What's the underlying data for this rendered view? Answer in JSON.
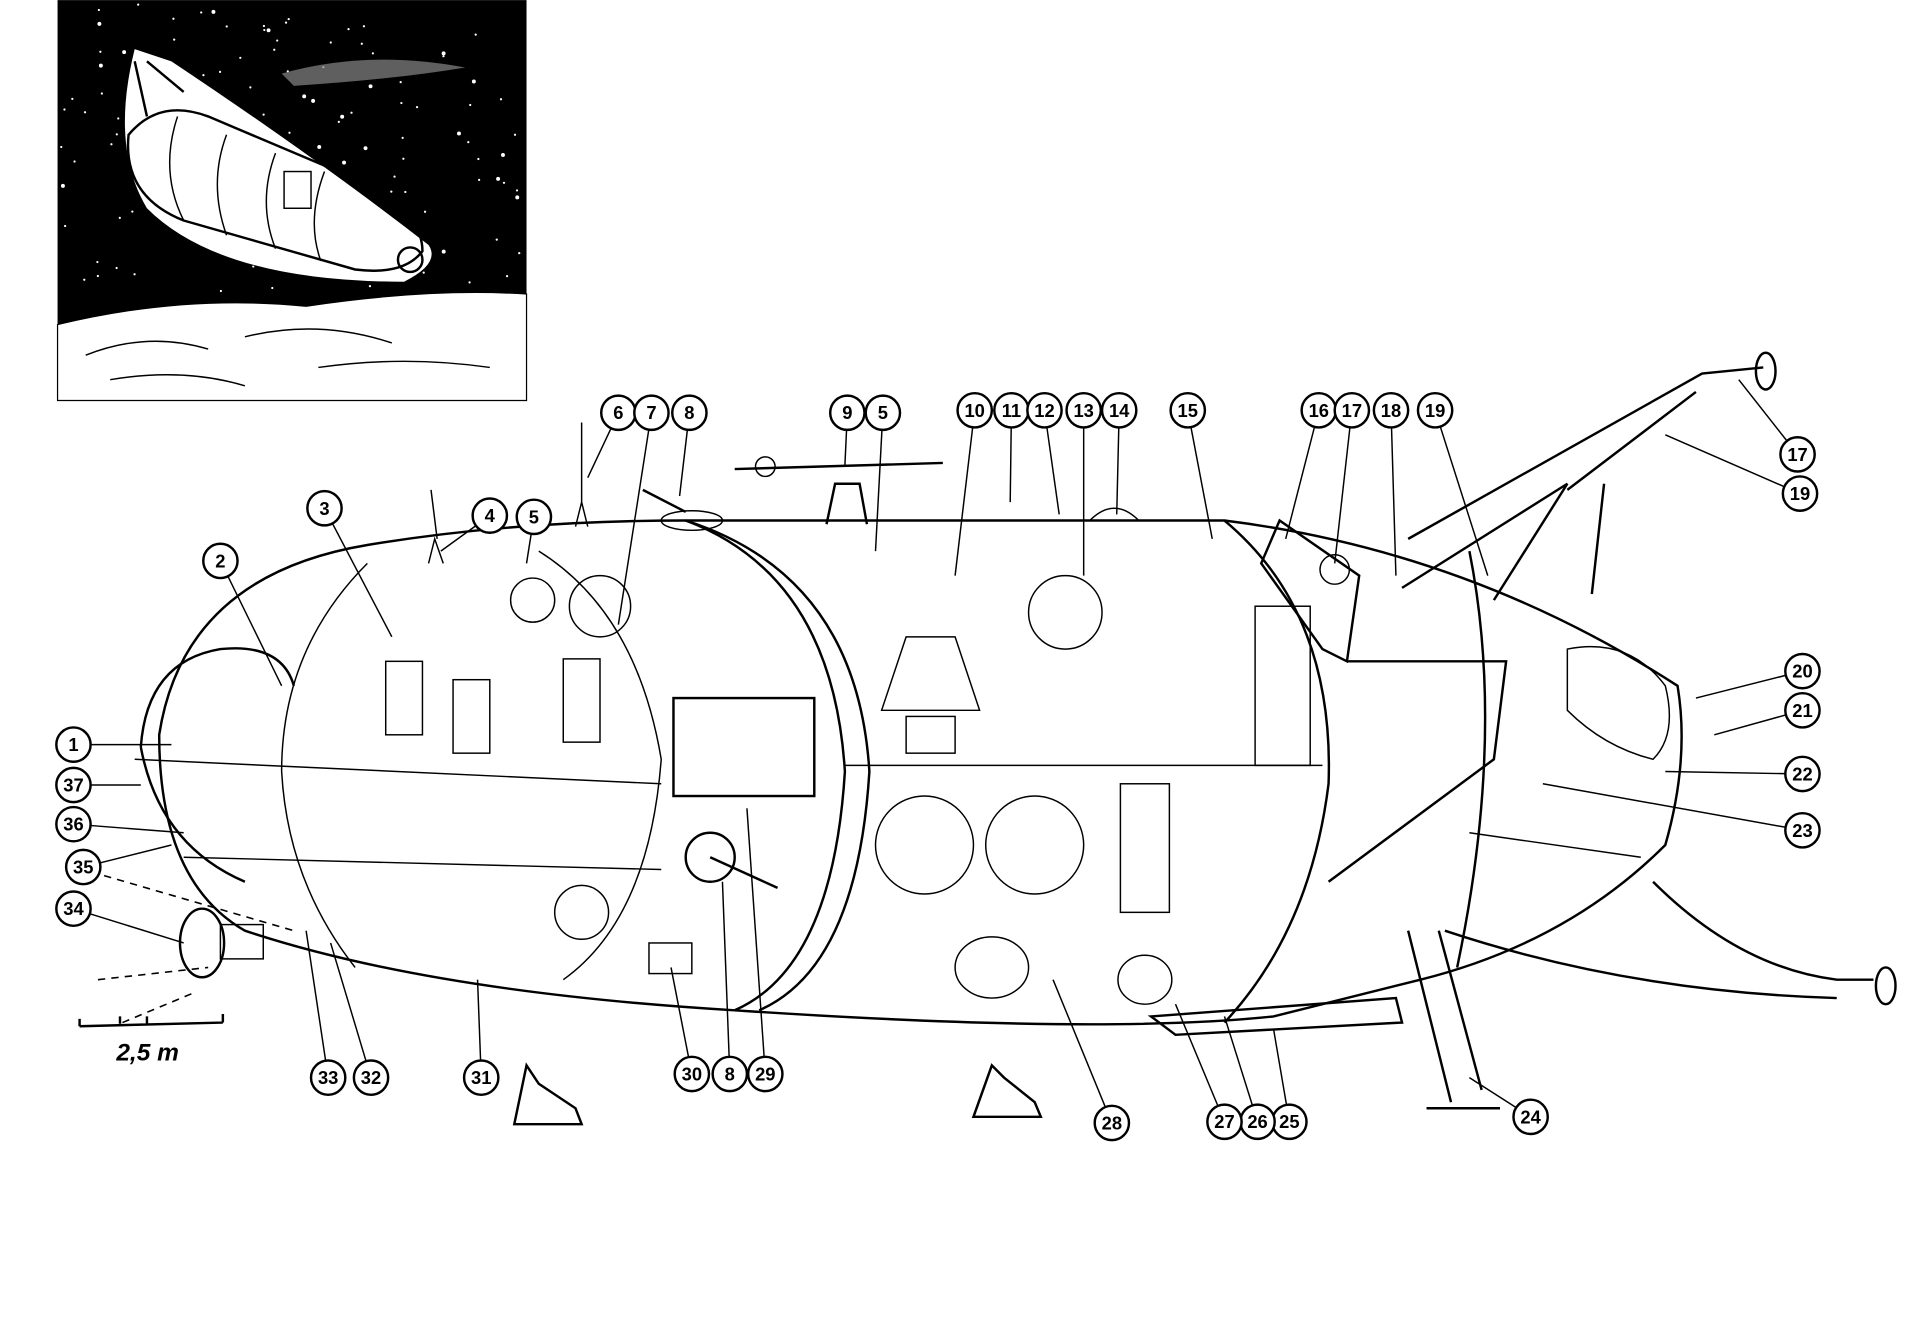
{
  "diagram": {
    "scale_label": "2,5 m",
    "callouts": [
      "1",
      "37",
      "36",
      "35",
      "34",
      "2",
      "3",
      "4",
      "5",
      "6",
      "7",
      "8",
      "9",
      "5",
      "10",
      "11",
      "12",
      "13",
      "14",
      "15",
      "16",
      "17",
      "18",
      "19",
      "17",
      "19",
      "20",
      "21",
      "22",
      "23",
      "24",
      "25",
      "26",
      "27",
      "28",
      "29",
      "8",
      "30",
      "31",
      "32",
      "33"
    ],
    "colors": {
      "ink": "#000000",
      "paper": "#ffffff"
    }
  }
}
